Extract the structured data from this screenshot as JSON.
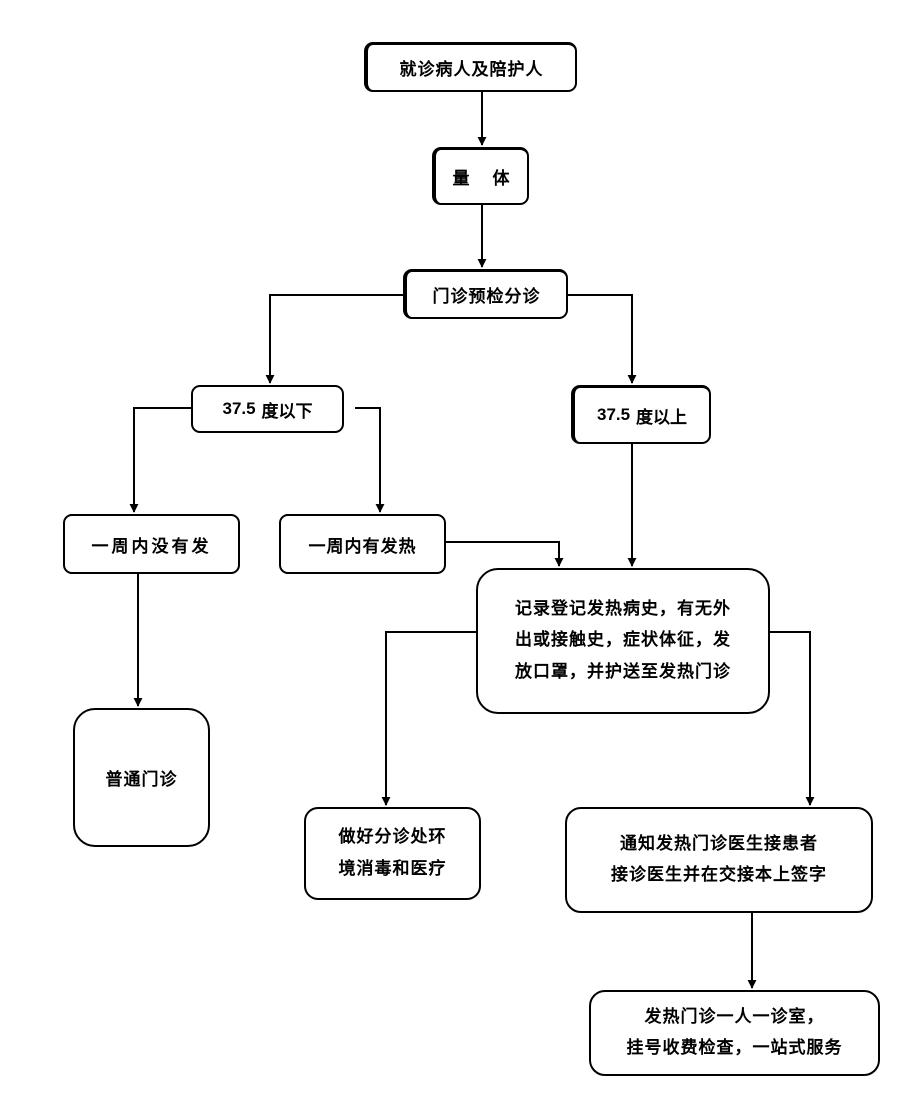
{
  "nodes": {
    "patient": "就诊病人及陪护人",
    "measure": [
      "量",
      "体"
    ],
    "triage": "门诊预检分诊",
    "low_temp": {
      "value": "37.5",
      "text": "度以下"
    },
    "high_temp": {
      "value": "37.5",
      "text": "度以上"
    },
    "no_fever": "一周内没有发",
    "had_fever": "一周内有发热",
    "register": [
      "记录登记发热病史，有无外",
      "出或接触史，症状体征，发",
      "放口罩，并护送至发热门诊"
    ],
    "general_clinic": "普通门诊",
    "disinfect": [
      "做好分诊处环",
      "境消毒和医疗"
    ],
    "notify": [
      "通知发热门诊医生接患者",
      "接诊医生并在交接本上签字"
    ],
    "fever_clinic": [
      "发热门诊一人一诊室，",
      "挂号收费检查，一站式服务"
    ]
  }
}
